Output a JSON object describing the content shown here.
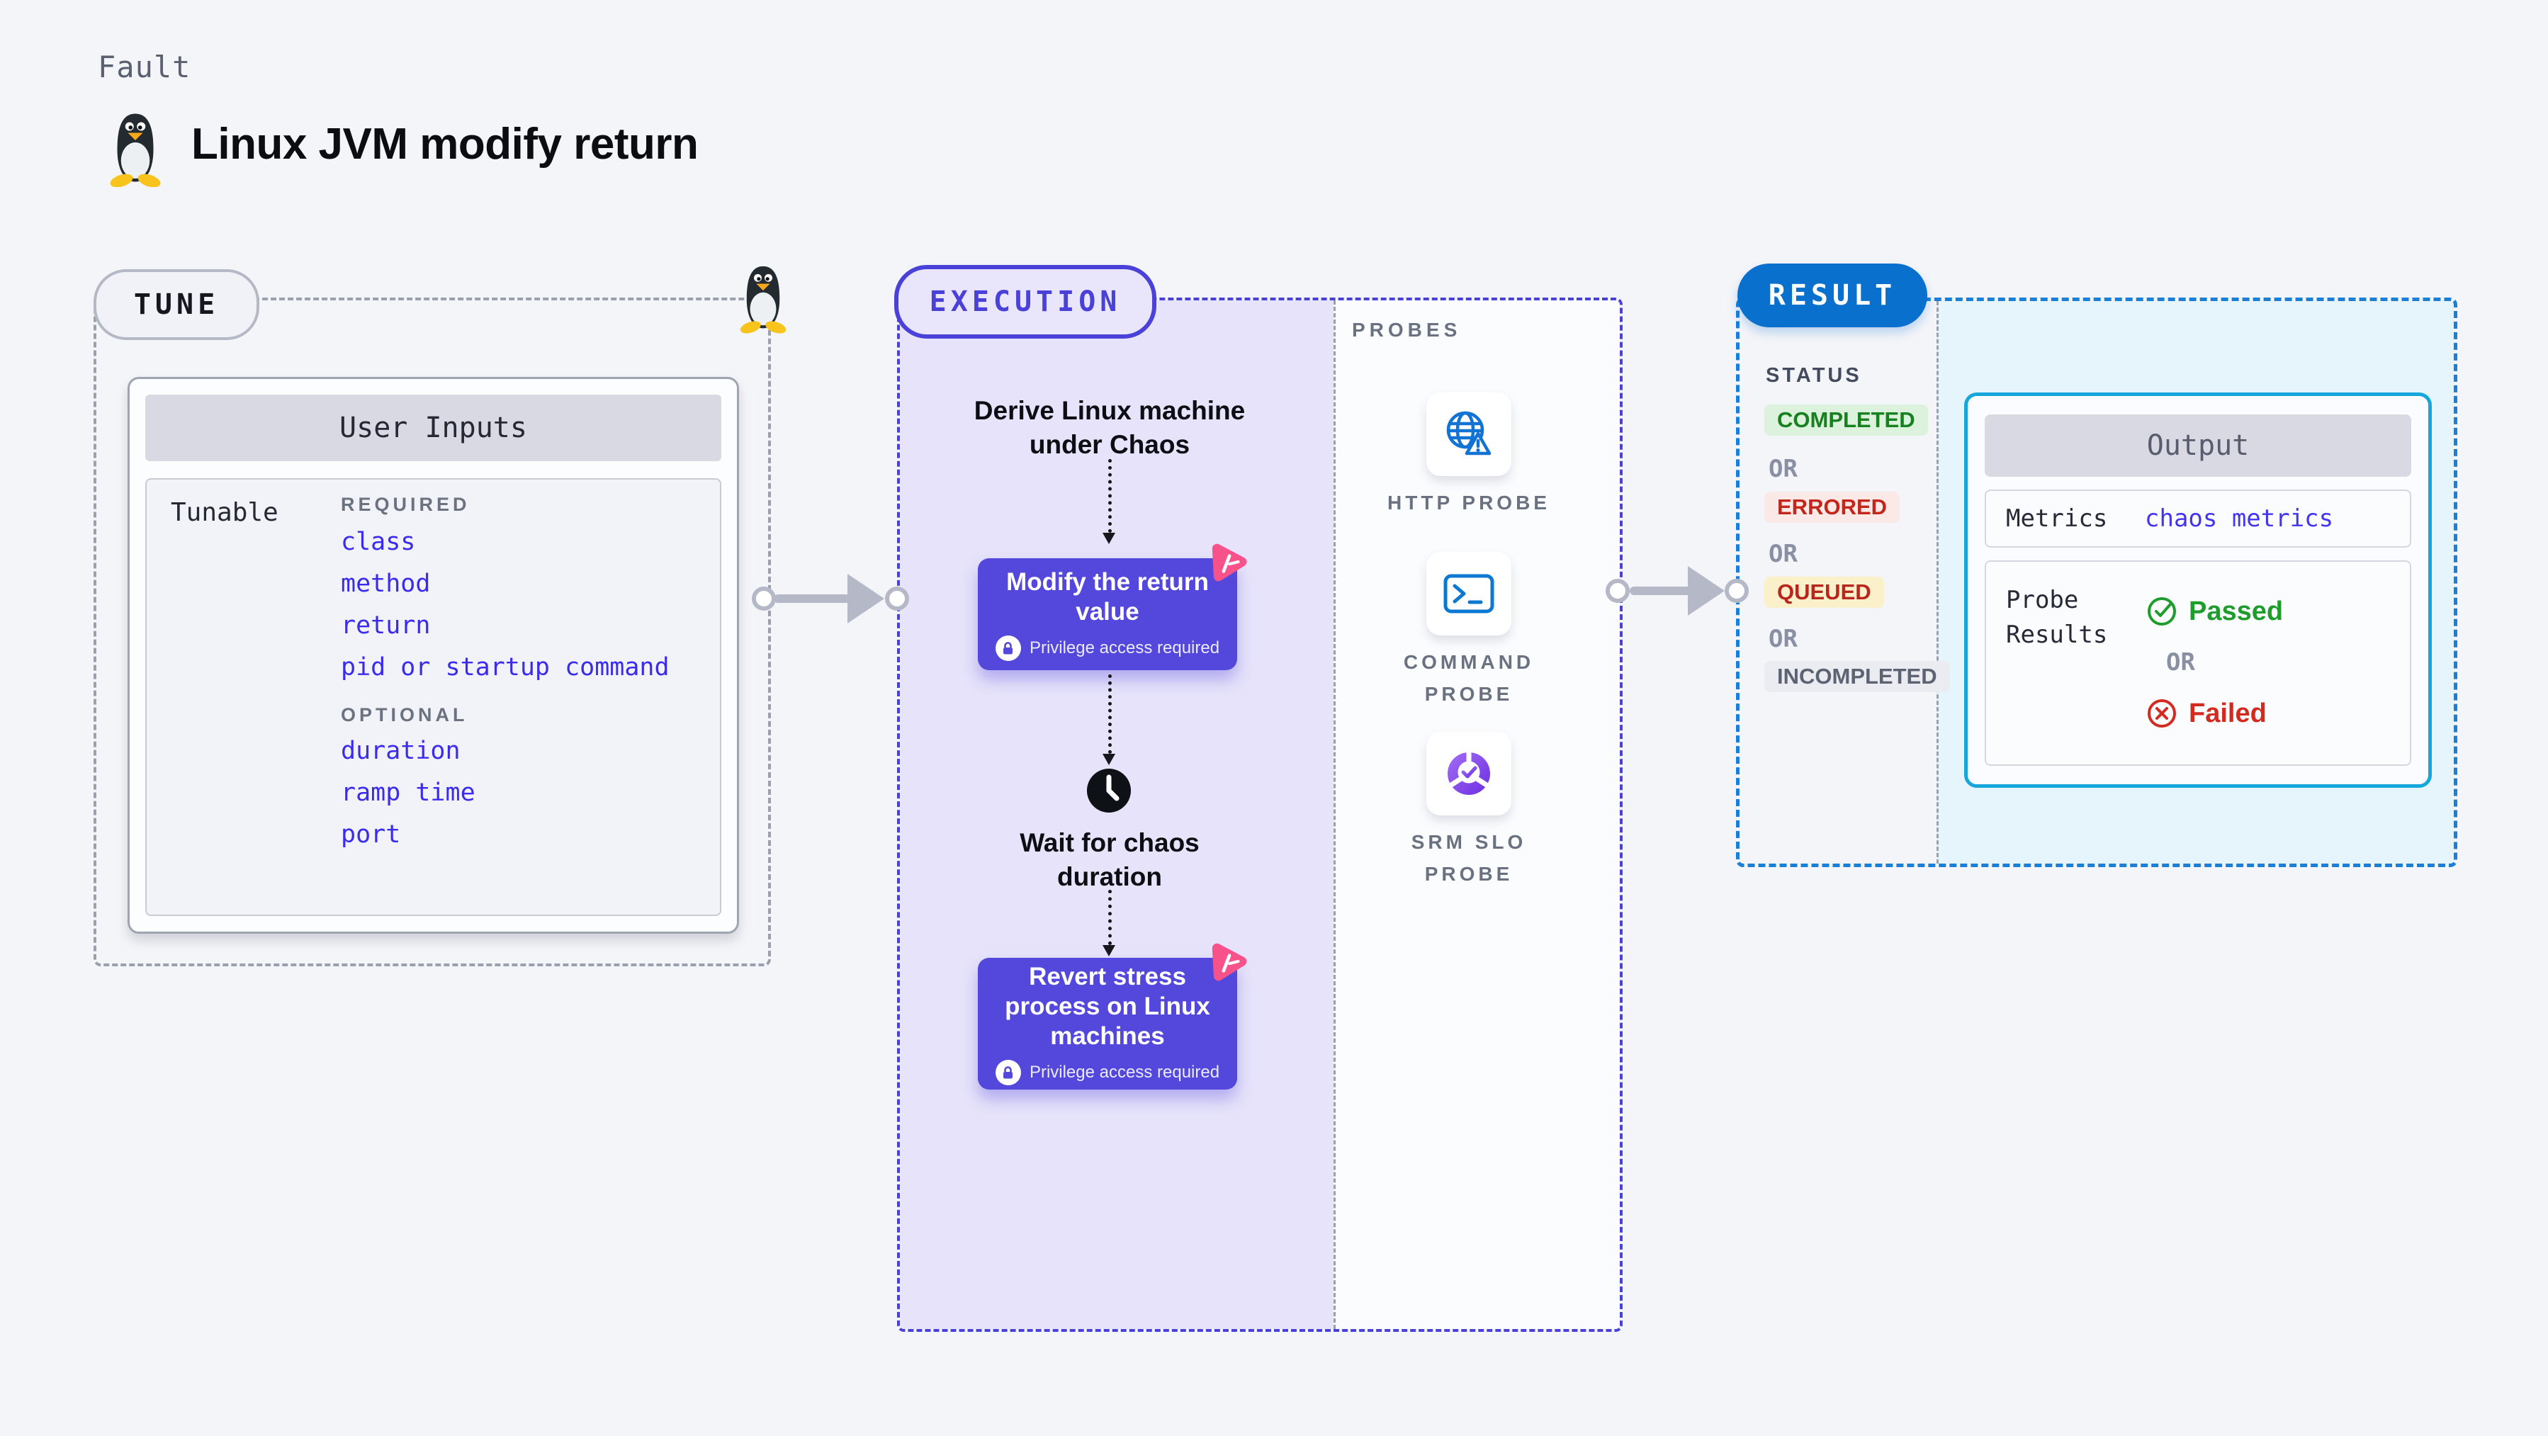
{
  "header": {
    "eyebrow": "Fault",
    "title": "Linux JVM modify return"
  },
  "tune": {
    "label": "TUNE",
    "user_inputs": {
      "title": "User Inputs",
      "row_label": "Tunable",
      "required_label": "REQUIRED",
      "required_items": [
        "class",
        "method",
        "return",
        "pid or startup command"
      ],
      "optional_label": "OPTIONAL",
      "optional_items": [
        "duration",
        "ramp time",
        "port"
      ]
    }
  },
  "execution": {
    "label": "EXECUTION",
    "derive_step": "Derive Linux machine\nunder Chaos",
    "modify_step": {
      "title": "Modify the return\nvalue",
      "badge": "Privilege access required"
    },
    "wait_step": "Wait for chaos\nduration",
    "revert_step": {
      "title": "Revert stress\nprocess on Linux\nmachines",
      "badge": "Privilege access required"
    }
  },
  "probes": {
    "label": "PROBES",
    "items": [
      {
        "name": "HTTP PROBE",
        "icon": "globe-alert-icon"
      },
      {
        "name": "COMMAND\nPROBE",
        "icon": "terminal-icon"
      },
      {
        "name": "SRM SLO\nPROBE",
        "icon": "slo-check-icon"
      }
    ]
  },
  "result": {
    "label": "RESULT",
    "status_label": "STATUS",
    "or_label": "OR",
    "statuses": [
      {
        "text": "COMPLETED",
        "bg": "#DDF2DC",
        "color": "#17801F"
      },
      {
        "text": "ERRORED",
        "bg": "#FBE9E8",
        "color": "#C3271C"
      },
      {
        "text": "QUEUED",
        "bg": "#FAF0CA",
        "color": "#B8271E"
      },
      {
        "text": "INCOMPLETED",
        "bg": "#EAECF2",
        "color": "#5D6373"
      }
    ],
    "output": {
      "title": "Output",
      "metrics_label": "Metrics",
      "metrics_value": "chaos metrics",
      "probe_results_label": "Probe Results",
      "passed": "Passed",
      "failed": "Failed"
    }
  },
  "colors": {
    "page_bg": "#F4F5F9",
    "accent_indigo": "#4A41D8",
    "action_purple": "#5347DC",
    "input_link_blue": "#3B2BEE",
    "result_blue": "#0A70CE",
    "result_dash_blue": "#1B7FD6",
    "output_border_cyan": "#15A7DC",
    "chaos_pink": "#F75289",
    "probe_icon_blue": "#1273D4",
    "srm_purple": "#7C3BEC"
  }
}
